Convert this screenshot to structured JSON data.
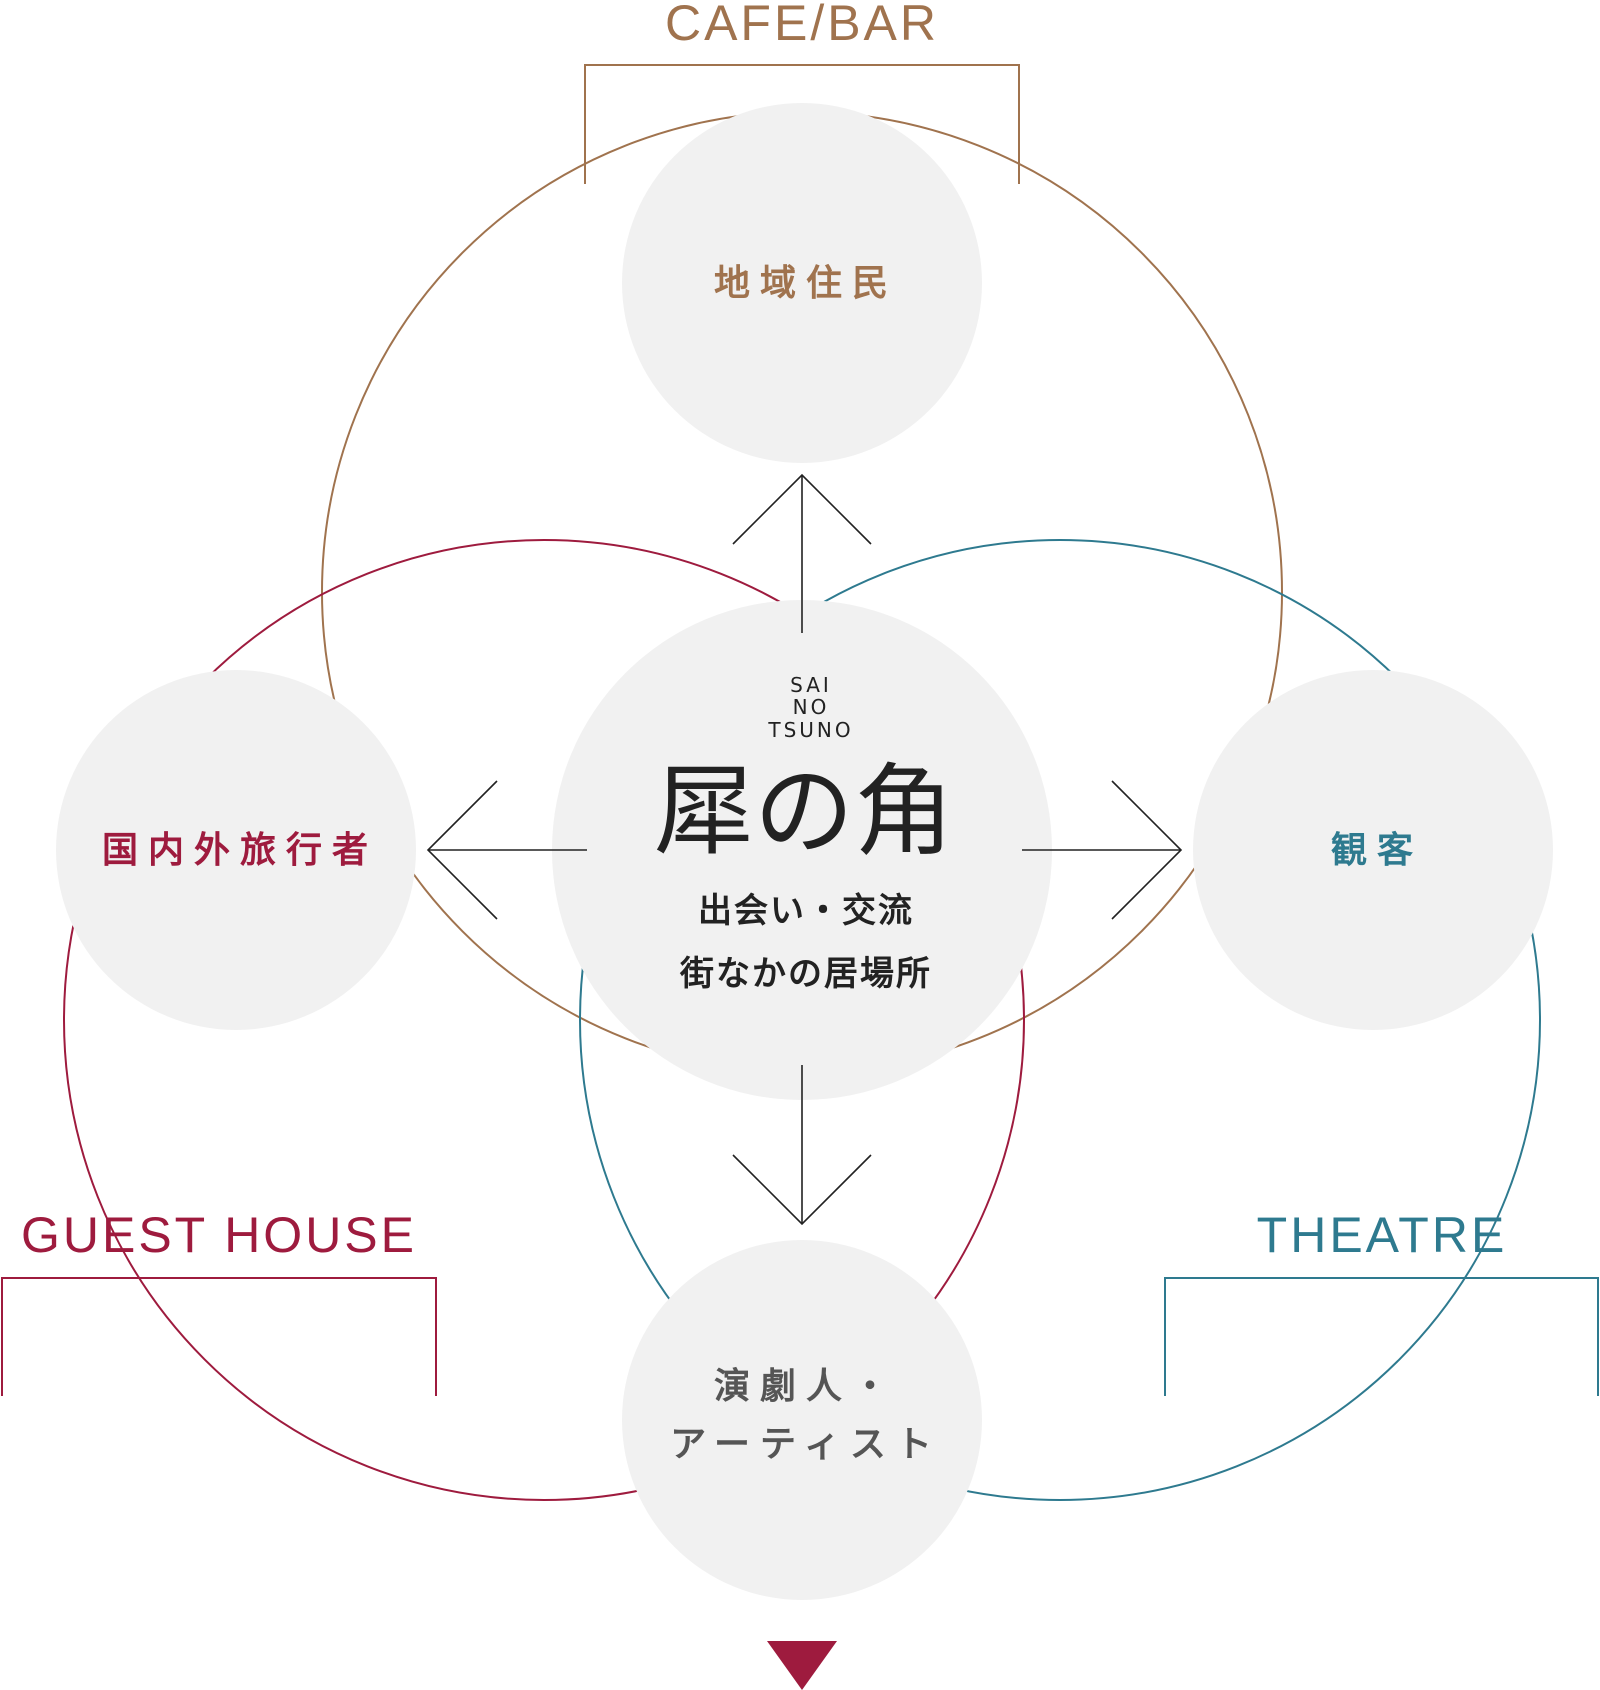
{
  "colors": {
    "cafe": "#a0734e",
    "guest": "#9e1b3e",
    "theatre": "#2e7a8f",
    "node_fill": "#f1f1f1",
    "arrow": "#222222",
    "dark_text": "#222222",
    "artist_text": "#555555"
  },
  "categories": {
    "cafe_bar": "CAFE/BAR",
    "guest_house": "GUEST HOUSE",
    "theatre": "THEATRE"
  },
  "nodes": {
    "residents": "地域住民",
    "travelers": "国内外旅行者",
    "audience": "観客",
    "artists_line1": "演劇人・",
    "artists_line2": "アーティスト"
  },
  "center": {
    "logo_line1": "SAI",
    "logo_line2": "NO",
    "logo_line3": "TSUNO",
    "logo_jp": "犀の角",
    "tagline1": "出会い・交流",
    "tagline2": "街なかの居場所"
  },
  "icons": {
    "scroll_marker": "triangle-down-icon",
    "arrows": "open-arrow-icon"
  }
}
